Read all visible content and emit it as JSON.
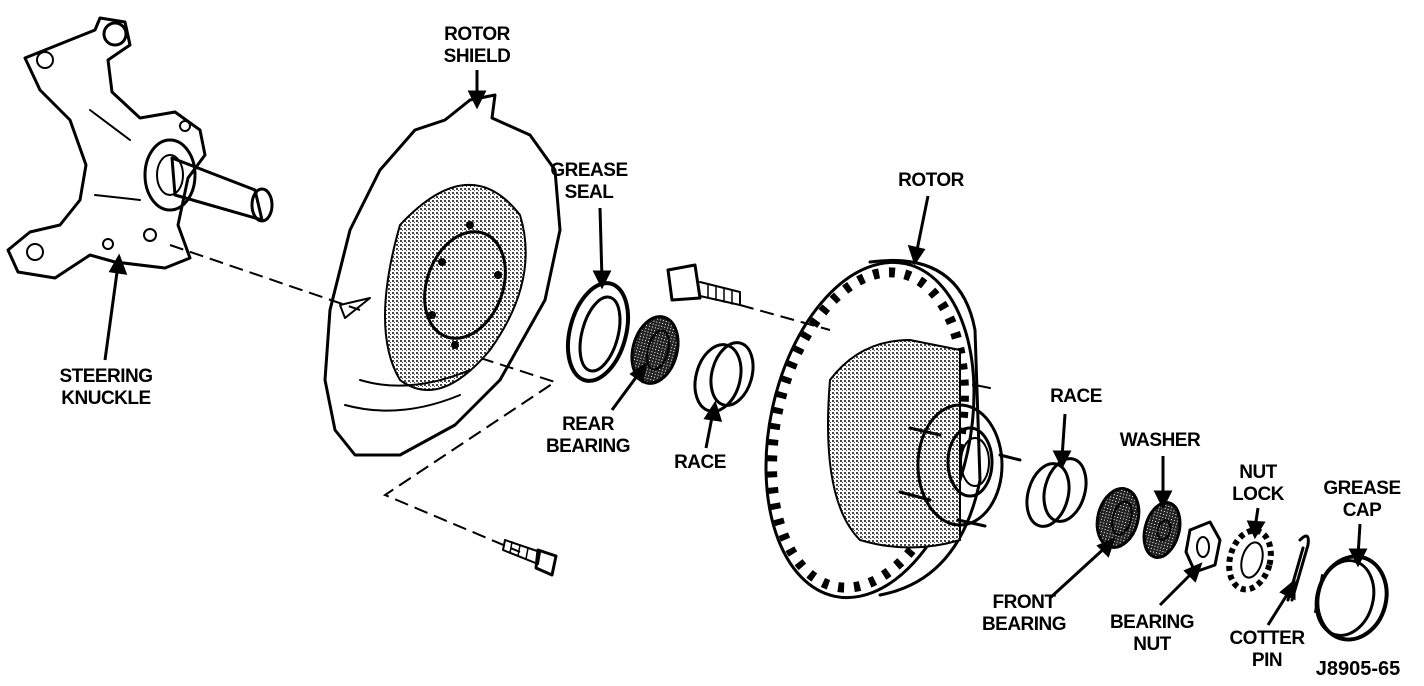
{
  "labels": {
    "rotor_shield": [
      "ROTOR",
      "SHIELD"
    ],
    "grease_seal": [
      "GREASE",
      "SEAL"
    ],
    "rotor": [
      "ROTOR"
    ],
    "steering_knuckle": [
      "STEERING",
      "KNUCKLE"
    ],
    "rear_bearing": [
      "REAR",
      "BEARING"
    ],
    "race_rear": [
      "RACE"
    ],
    "race_front": [
      "RACE"
    ],
    "washer": [
      "WASHER"
    ],
    "nut_lock": [
      "NUT",
      "LOCK"
    ],
    "grease_cap": [
      "GREASE",
      "CAP"
    ],
    "front_bearing": [
      "FRONT",
      "BEARING"
    ],
    "bearing_nut": [
      "BEARING",
      "NUT"
    ],
    "cotter_pin": [
      "COTTER",
      "PIN"
    ]
  },
  "figure_code": "J8905-65",
  "colors": {
    "ink": "#000000",
    "paper": "#ffffff",
    "shade": "#6e6e6e"
  }
}
